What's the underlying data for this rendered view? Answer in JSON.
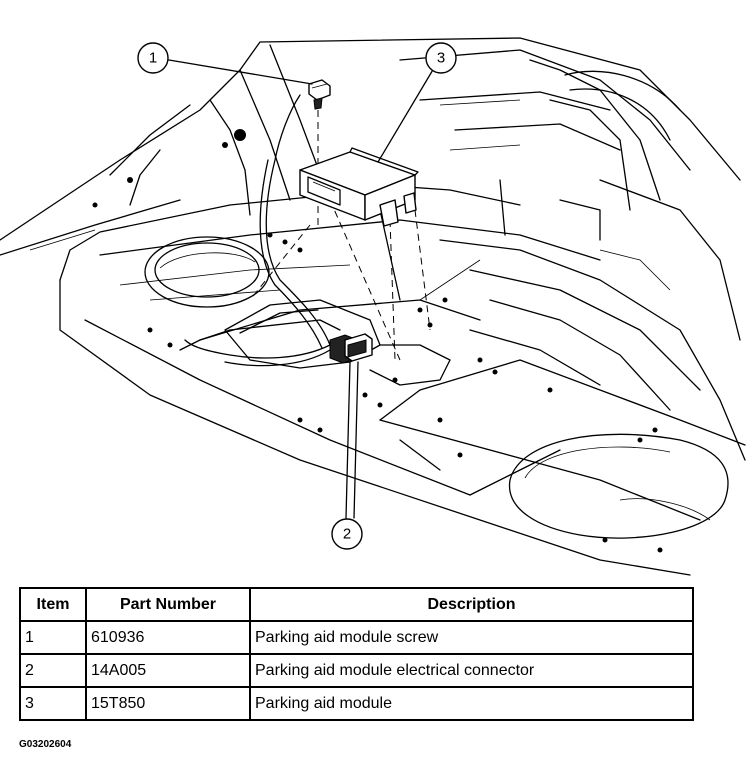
{
  "illustration": {
    "icons": [
      "screw-icon",
      "parking-aid-module-icon",
      "electrical-connector-icon",
      "speaker-icon"
    ],
    "callouts": [
      {
        "id": "1",
        "label": "1"
      },
      {
        "id": "2",
        "label": "2"
      },
      {
        "id": "3",
        "label": "3"
      }
    ]
  },
  "table": {
    "headers": {
      "item": "Item",
      "part_number": "Part Number",
      "description": "Description"
    },
    "rows": [
      {
        "item": "1",
        "part_number": "610936",
        "description": "Parking aid module screw"
      },
      {
        "item": "2",
        "part_number": "14A005",
        "description": "Parking aid module electrical connector"
      },
      {
        "item": "3",
        "part_number": "15T850",
        "description": "Parking aid module"
      }
    ]
  },
  "figure_id": "G03202604"
}
